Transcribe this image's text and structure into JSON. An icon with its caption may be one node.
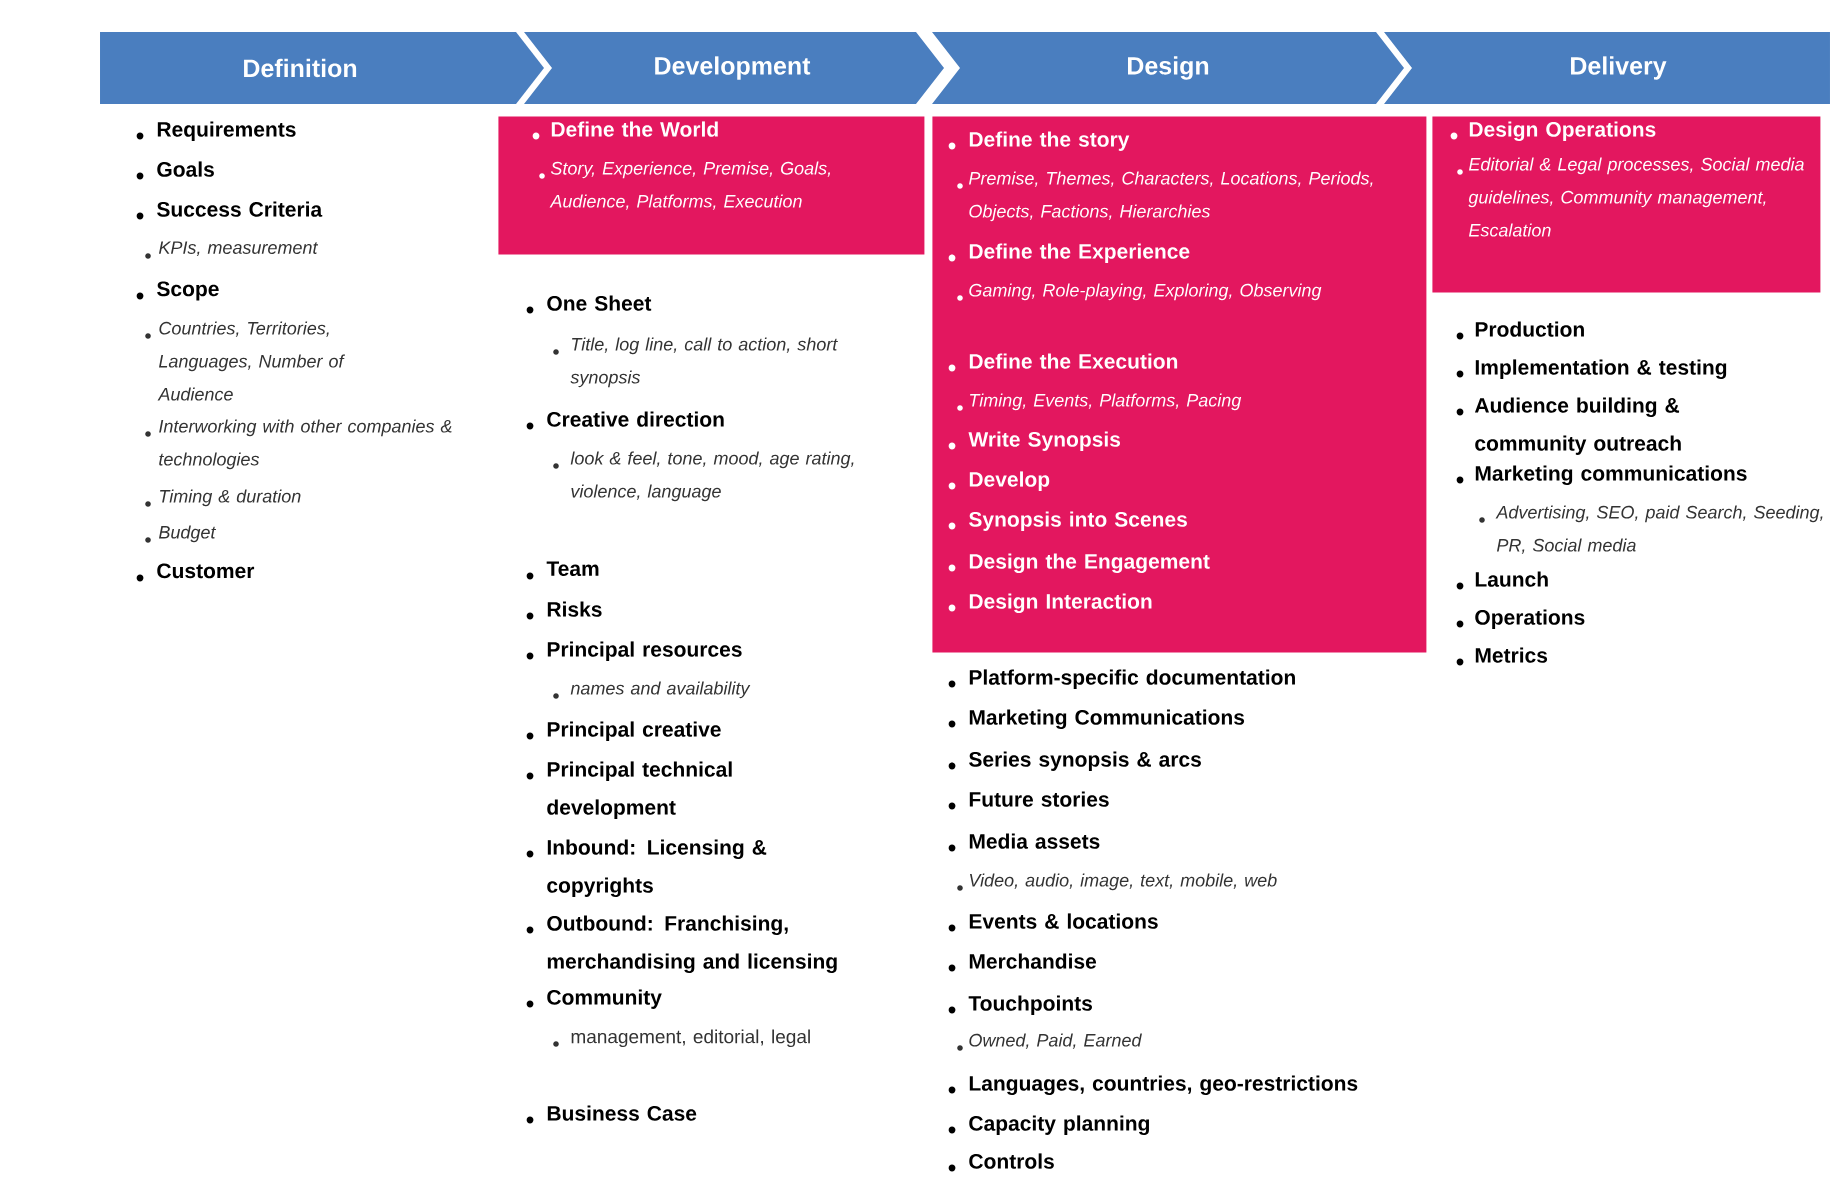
{
  "diagram": {
    "nodes": [
      {
        "text": [
          "Definition"
        ]
      },
      {
        "text": [
          "Development"
        ]
      },
      {
        "text": [
          "Design"
        ]
      },
      {
        "text": [
          "Delivery"
        ]
      },
      {
        "text": [
          "Define the World",
          "Story, Experience, Premise, Goals, Audience, Platforms, Execution"
        ]
      },
      {
        "text": [
          "Define the story",
          "Premise, Themes, Characters, Locations, Periods, Objects, Factions, Hierarchies",
          "Define the Experience",
          "Gaming, Role-playing, Exploring, Observing",
          "Define the Execution",
          "Timing, Events, Platforms, Pacing",
          "Write Synopsis",
          "Develop",
          "Synopsis into Scenes",
          "Design the Engagement",
          "Design Interaction"
        ]
      },
      {
        "text": [
          "Design Operations",
          "Editorial & Legal processes, Social media guidelines, Community management, Escalation"
        ]
      }
    ],
    "labels": [
      "Requirements",
      "Goals",
      "Success Criteria",
      "KPIs, measurement",
      "Scope",
      "Countries, Territories, Languages, Number of Audience",
      "Interworking with other companies & technologies",
      "Timing & duration",
      "Budget",
      "Customer",
      "One Sheet",
      "Title, log line, call to action, short synopsis",
      "Creative direction",
      "look & feel, tone, mood, age rating, violence, language",
      "Team",
      "Risks",
      "Principal resources",
      "names and availability",
      "Principal creative",
      "Principal technical development",
      "Inbound: Licensing & copyrights",
      "Outbound: Franchising, merchandising and licensing",
      "Community",
      "management, editorial, legal",
      "Business Case",
      "Platform-specific documentation",
      "Marketing Communications",
      "Series synopsis & arcs",
      "Future stories",
      "Media assets",
      "Video, audio, image, text, mobile, web",
      "Events & locations",
      "Merchandise",
      "Touchpoints",
      "Owned, Paid, Earned",
      "Languages, countries, geo-restrictions",
      "Capacity planning",
      "Controls",
      "Production",
      "Implementation & testing",
      "Audience building & community outreach",
      "Marketing communications",
      "Advertising, SEO, paid Search, Seeding, PR, Social media",
      "Launch",
      "Operations",
      "Metrics"
    ]
  }
}
